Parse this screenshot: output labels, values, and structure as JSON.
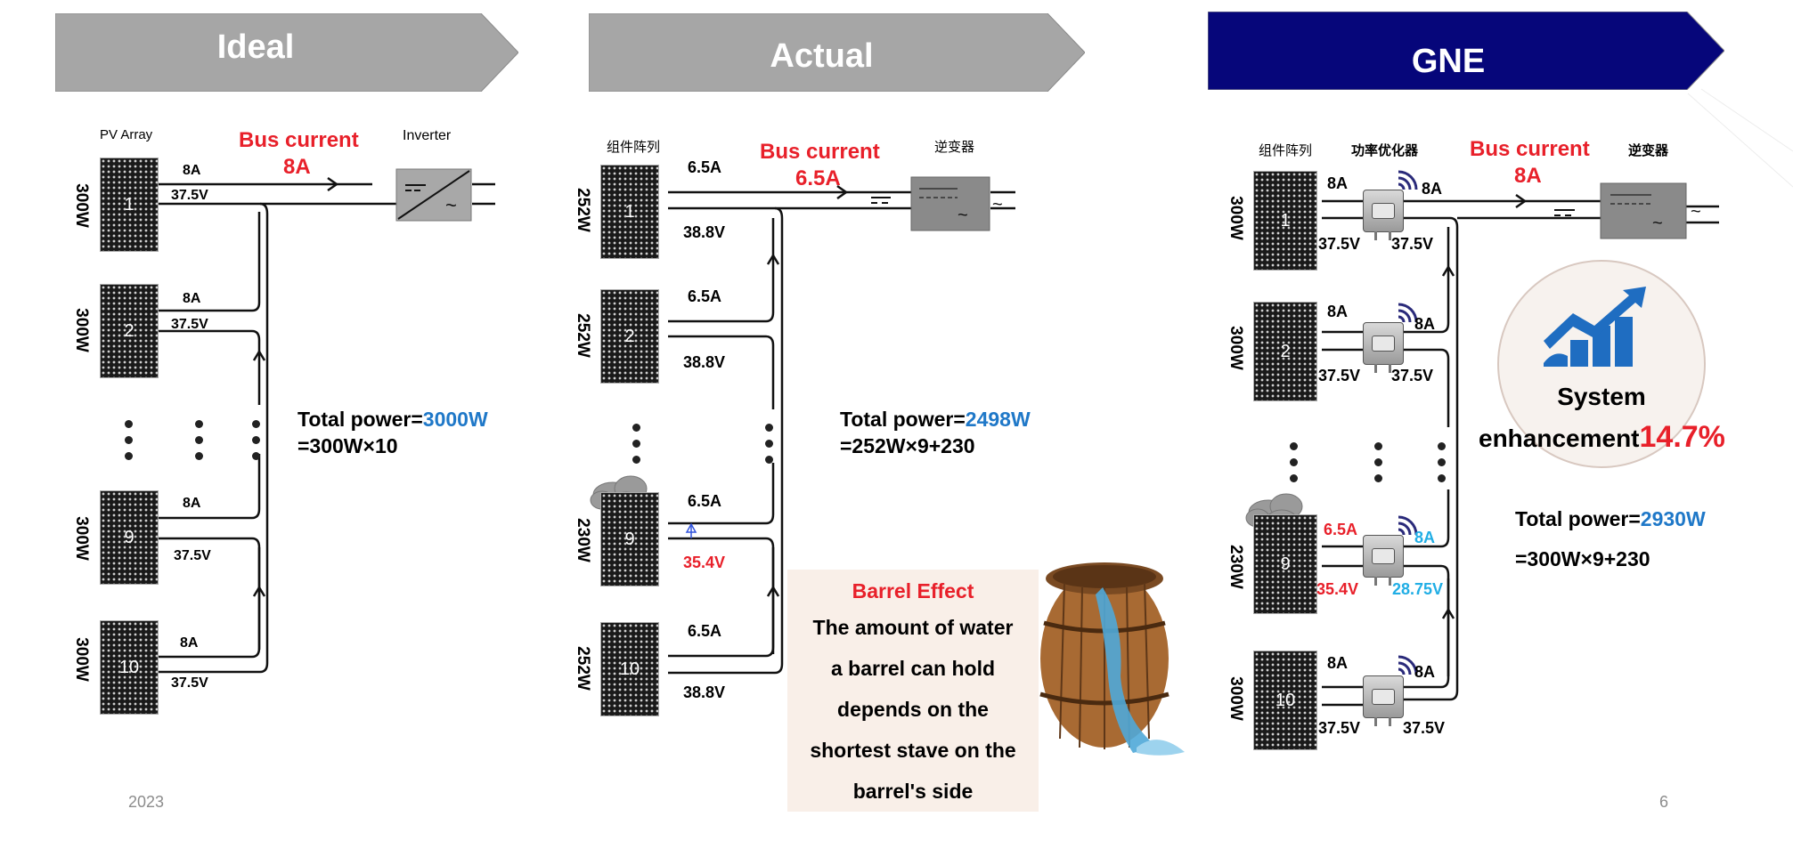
{
  "banners": {
    "ideal": "Ideal",
    "actual": "Actual",
    "gne": "GNE"
  },
  "colors": {
    "banner_gray": "#a6a6a6",
    "banner_navy": "#06067a",
    "red": "#e8202a",
    "blue": "#1f78c8",
    "cyan": "#21aee5"
  },
  "ideal": {
    "pv_array_label": "PV Array",
    "bus_current_label": "Bus current",
    "bus_current_value": "8A",
    "inverter_label": "Inverter",
    "panels": [
      {
        "num": "1",
        "watt": "300W",
        "current": "8A",
        "voltage": "37.5V"
      },
      {
        "num": "2",
        "watt": "300W",
        "current": "8A",
        "voltage": "37.5V"
      },
      {
        "num": "9",
        "watt": "300W",
        "current": "8A",
        "voltage": "37.5V"
      },
      {
        "num": "10",
        "watt": "300W",
        "current": "8A",
        "voltage": "37.5V"
      }
    ],
    "total_prefix": "Total power=",
    "total_value": "3000W",
    "formula": "=300W×10"
  },
  "actual": {
    "array_label": "组件阵列",
    "bus_current_label": "Bus current",
    "bus_current_value": "6.5A",
    "inverter_label": "逆变器",
    "panels": [
      {
        "num": "1",
        "watt": "252W",
        "current": "6.5A",
        "voltage": "38.8V"
      },
      {
        "num": "2",
        "watt": "252W",
        "current": "6.5A",
        "voltage": "38.8V"
      },
      {
        "num": "9",
        "watt": "230W",
        "current": "6.5A",
        "voltage": "35.4V"
      },
      {
        "num": "10",
        "watt": "252W",
        "current": "6.5A",
        "voltage": "38.8V"
      }
    ],
    "total_prefix": "Total power=",
    "total_value": "2498W",
    "formula": "=252W×9+230",
    "barrel_title": "Barrel Effect",
    "barrel_lines": [
      "The amount of water",
      "a barrel can hold",
      "depends on the",
      "shortest stave on the",
      "barrel's side"
    ]
  },
  "gne": {
    "array_label": "组件阵列",
    "optimizer_label": "功率优化器",
    "bus_current_label": "Bus current",
    "bus_current_value": "8A",
    "inverter_label": "逆变器",
    "panels": [
      {
        "num": "1",
        "watt": "300W",
        "in_current": "8A",
        "out_current": "8A",
        "in_voltage": "37.5V",
        "out_voltage": "37.5V"
      },
      {
        "num": "2",
        "watt": "300W",
        "in_current": "8A",
        "out_current": "8A",
        "in_voltage": "37.5V",
        "out_voltage": "37.5V"
      },
      {
        "num": "9",
        "watt": "230W",
        "in_current": "6.5A",
        "out_current": "8A",
        "in_voltage": "35.4V",
        "out_voltage": "28.75V"
      },
      {
        "num": "10",
        "watt": "300W",
        "in_current": "8A",
        "out_current": "8A",
        "in_voltage": "37.5V",
        "out_voltage": "37.5V"
      }
    ],
    "enhancement_title": "System",
    "enhancement_label": "enhancement",
    "enhancement_value": "14.7%",
    "total_prefix": "Total power=",
    "total_value": "2930W",
    "formula": "=300W×9+230"
  },
  "footer": {
    "year": "2023",
    "page": "6"
  }
}
